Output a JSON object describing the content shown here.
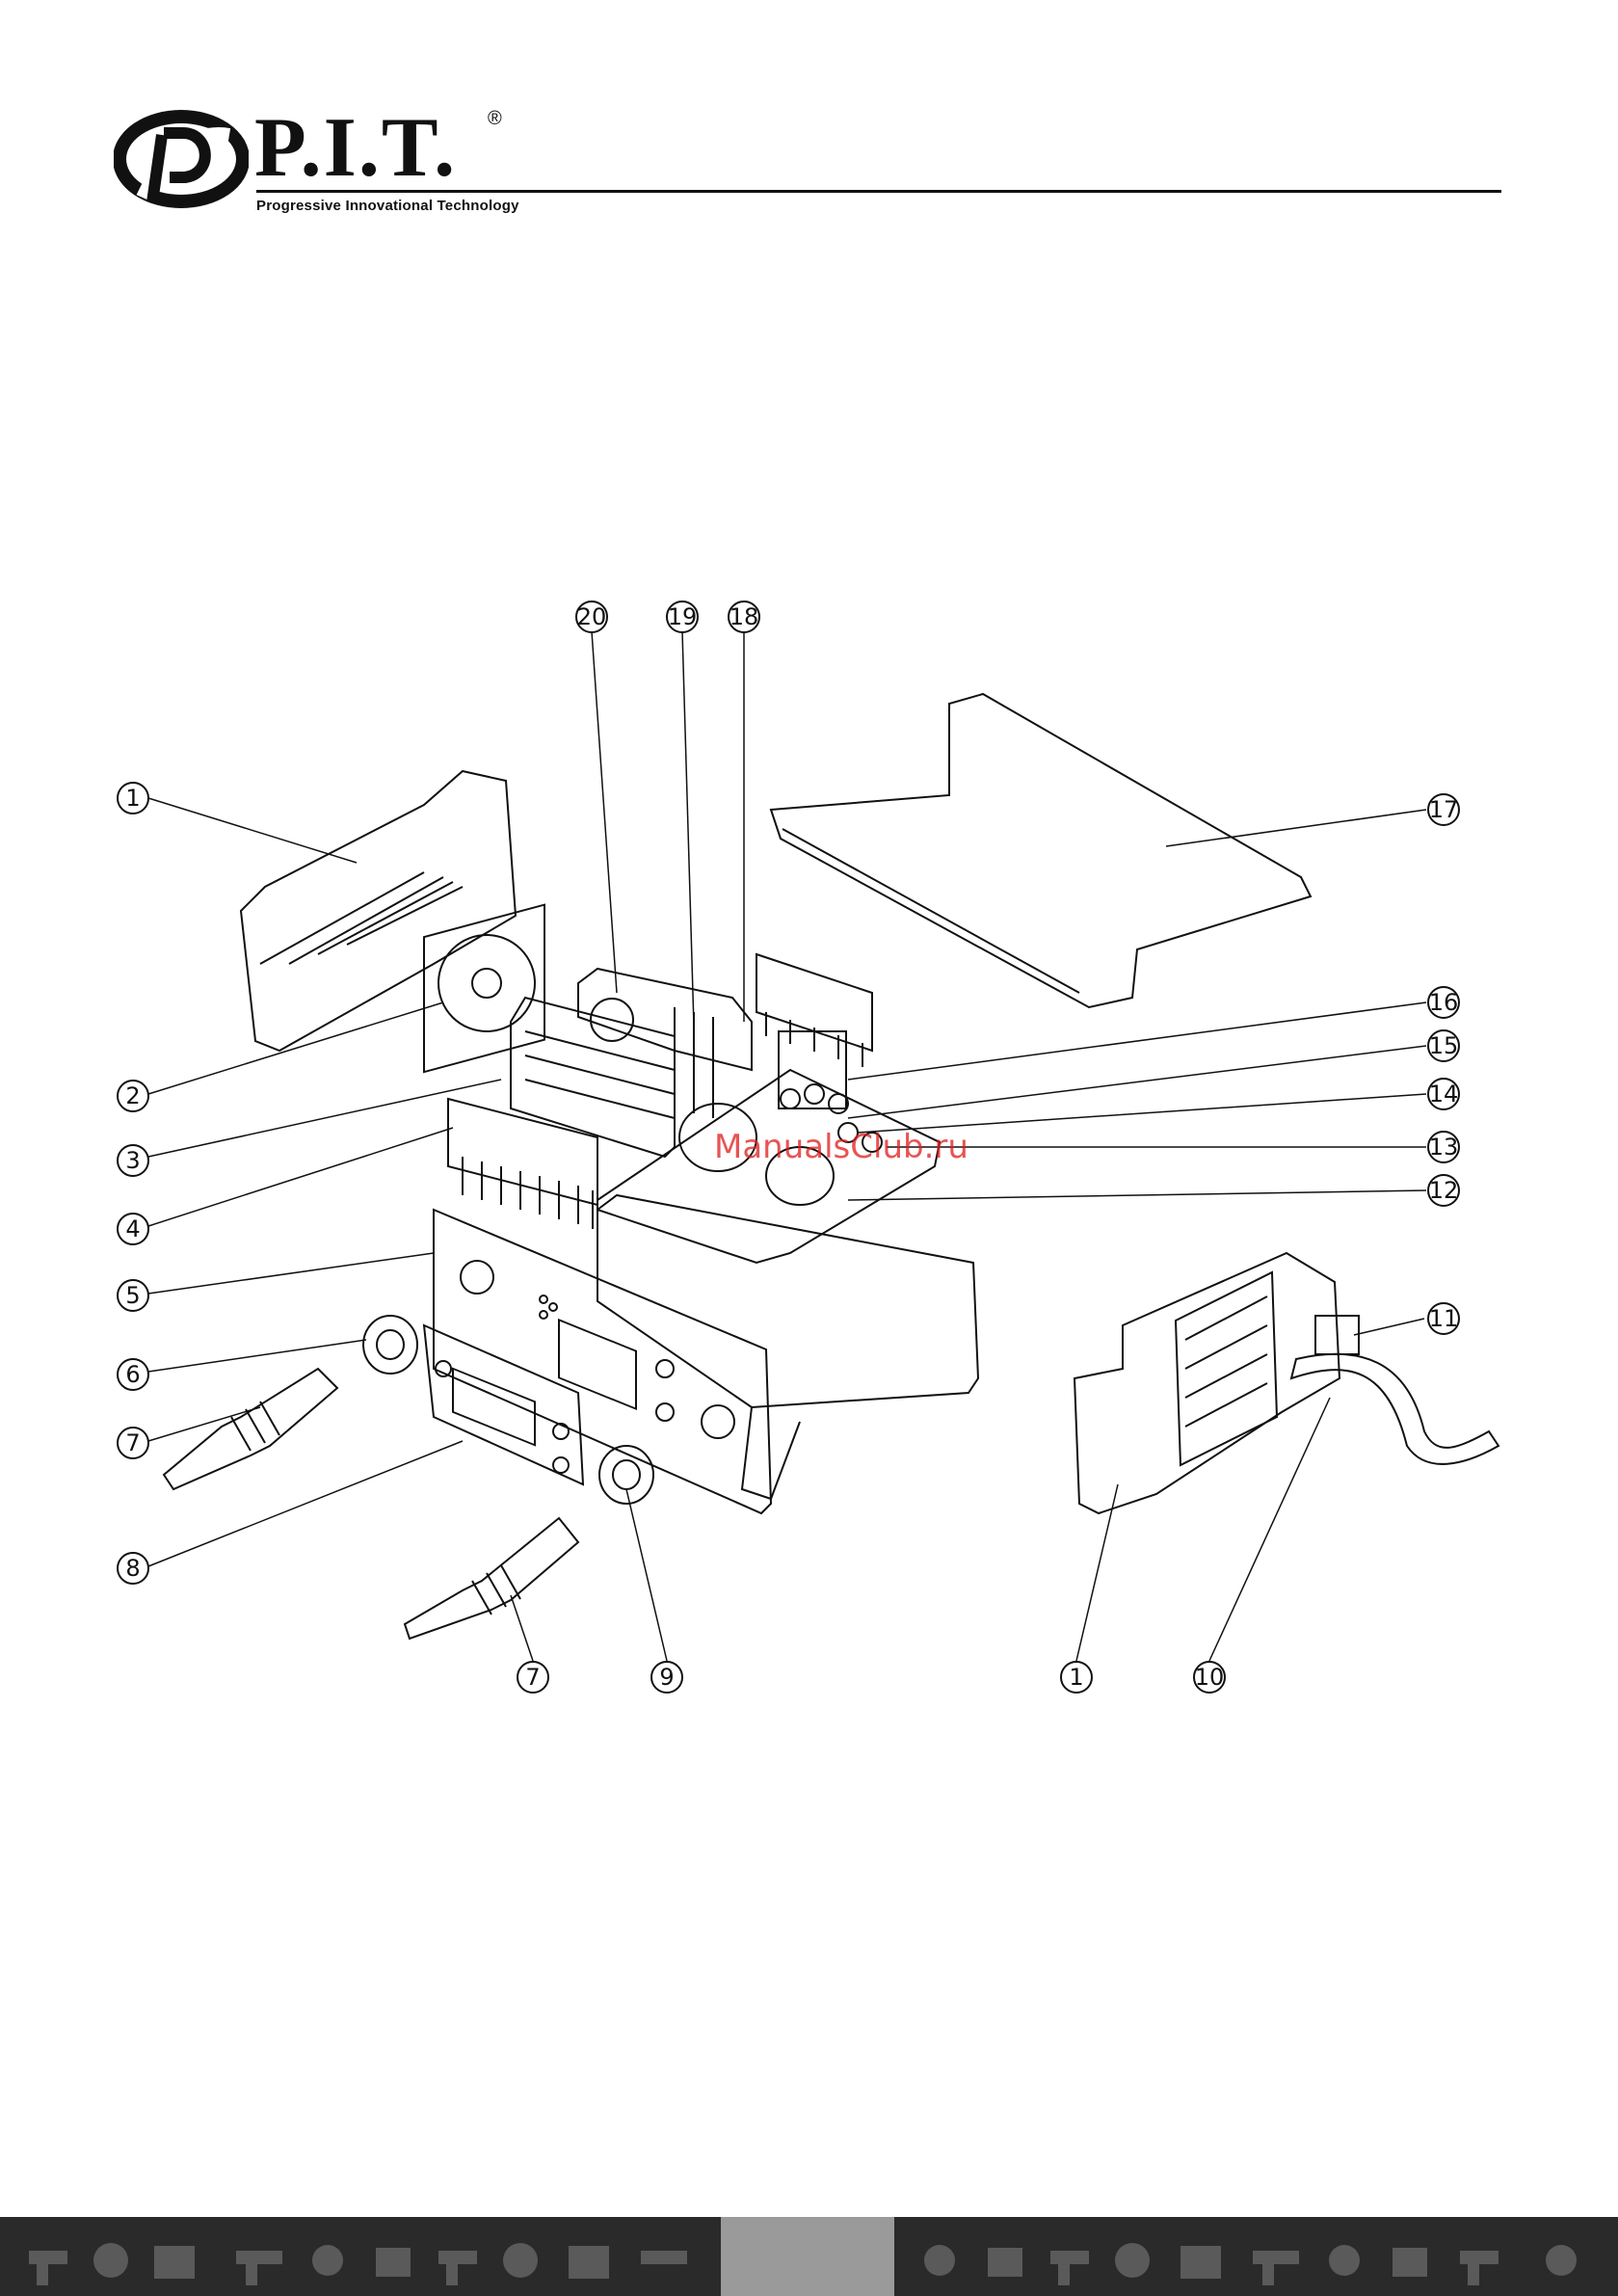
{
  "brand": {
    "name": "P.I.T.",
    "registered": "®",
    "tagline": "Progressive Innovational Technology"
  },
  "watermark": "ManualsClub.ru",
  "callouts": [
    "1",
    "2",
    "3",
    "4",
    "5",
    "6",
    "7",
    "8",
    "9",
    "10",
    "11",
    "12",
    "13",
    "14",
    "15",
    "16",
    "17",
    "18",
    "19",
    "20"
  ],
  "colors": {
    "ink": "#111111",
    "watermark": "#e01b1b",
    "footer": "#2a2a2a",
    "footer_tab": "#9a9a9a"
  },
  "footer_icons": [
    "drill-icon",
    "circular-saw-icon",
    "generator-icon",
    "hammer-drill-icon",
    "mixer-icon",
    "welder-icon"
  ]
}
